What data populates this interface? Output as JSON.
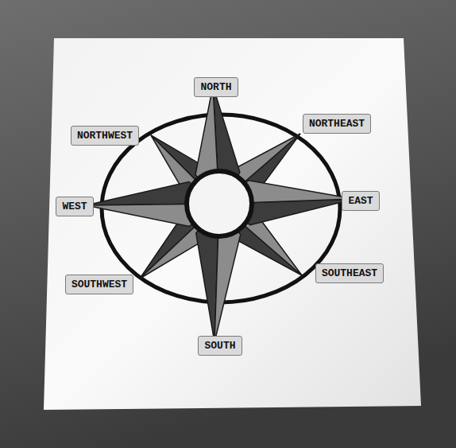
{
  "diagram": {
    "nodes": [
      {
        "text": [
          "NORTH"
        ]
      },
      {
        "text": [
          "NORTHWEST"
        ]
      },
      {
        "text": [
          "NORTHEAST"
        ]
      },
      {
        "text": [
          "WEST"
        ]
      },
      {
        "text": [
          "EAST"
        ]
      },
      {
        "text": [
          "SOUTHWEST"
        ]
      },
      {
        "text": [
          "SOUTHEAST"
        ]
      },
      {
        "text": [
          "SOUTH"
        ]
      }
    ]
  }
}
